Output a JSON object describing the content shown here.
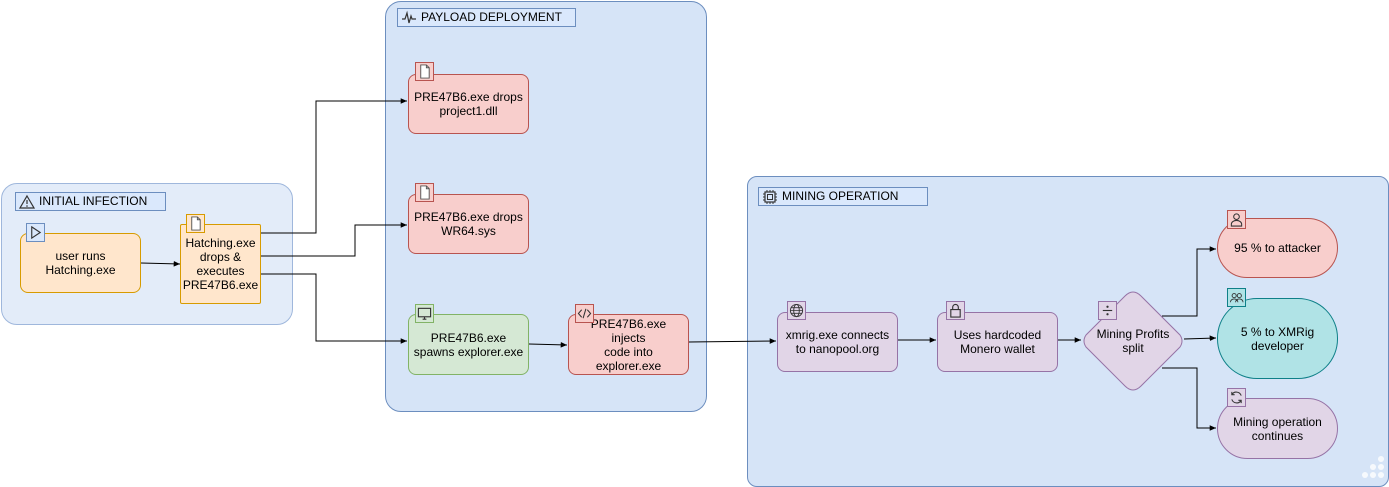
{
  "groups": {
    "initial": {
      "title": "INITIAL INFECTION"
    },
    "payload": {
      "title": "PAYLOAD DEPLOYMENT"
    },
    "mining": {
      "title": "MINING OPERATION"
    }
  },
  "nodes": {
    "user_runs": "user runs\nHatching.exe",
    "hatching": "Hatching.exe\ndrops &\nexecutes\nPRE47B6.exe",
    "drops_dll": "PRE47B6.exe drops\nproject1.dll",
    "drops_sys": "PRE47B6.exe drops\nWR64.sys",
    "spawns": "PRE47B6.exe\nspawns explorer.exe",
    "injects": "PRE47B6.exe injects\ncode into explorer.exe",
    "xmrig": "xmrig.exe connects\nto nanopool.org",
    "wallet": "Uses hardcoded\nMonero wallet",
    "split": "Mining Profits\nsplit",
    "attacker": "95 % to attacker",
    "developer": "5 % to XMRig\ndeveloper",
    "continues": "Mining operation\ncontinues"
  },
  "icons": {
    "initial_header": "warning-icon",
    "payload_header": "heartbeat-icon",
    "mining_header": "cpu-icon",
    "user_runs": "play-icon",
    "hatching": "file-icon",
    "drops_dll": "file-icon",
    "drops_sys": "file-icon",
    "spawns": "monitor-icon",
    "injects": "code-icon",
    "xmrig": "globe-icon",
    "wallet": "lock-icon",
    "split": "divide-icon",
    "attacker": "user-icon",
    "developer": "users-icon",
    "continues": "refresh-icon"
  },
  "colors": {
    "orange_fill": "#ffe6cc",
    "red_fill": "#f8cecc",
    "green_fill": "#d5e8d4",
    "purple_fill": "#e1d5e7",
    "teal_fill": "#b0e3e6",
    "group_fill": "#d6e4f7"
  }
}
